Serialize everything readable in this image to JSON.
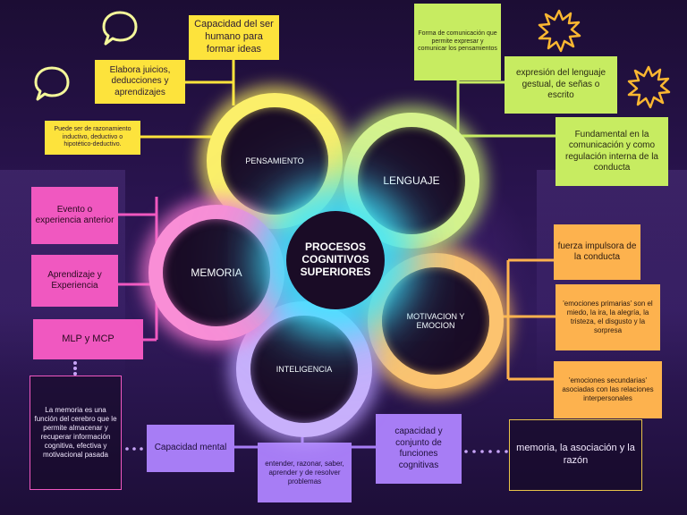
{
  "center": {
    "title": "PROCESOS COGNITIVOS SUPERIORES"
  },
  "nodes": {
    "pensamiento": "PENSAMIENTO",
    "lenguaje": "LENGUAJE",
    "motivacion": "MOTIVACION Y EMOCION",
    "inteligencia": "INTELIGENCIA",
    "memoria": "MEMORIA"
  },
  "pensamiento_notes": [
    "Capacidad del ser humano para formar ideas",
    "Elabora juicios, deducciones y aprendizajes",
    "Puede ser de razonamiento inductivo, deductivo o hipotético-deductivo."
  ],
  "lenguaje_notes": [
    "Forma de comunicación que permite expresar y comunicar los pensamientos",
    "expresión del lenguaje gestual, de señas o escrito",
    "Fundamental en la comunicación y como regulación interna de la conducta"
  ],
  "motivacion_notes": [
    "fuerza impulsora de la conducta",
    "'emociones primarias' son el miedo, la ira, la alegría, la tristeza, el disgusto y la sorpresa",
    "'emociones secundarias' asociadas con las relaciones interpersonales"
  ],
  "memoria_notes": [
    "Evento o experiencia anterior",
    "Aprendizaje y Experiencia",
    "MLP y MCP",
    "La memoria es una función del cerebro que le permite almacenar y recuperar información cognitiva, efectiva y motivacional pasada"
  ],
  "inteligencia_notes": [
    "Capacidad mental",
    "entender, razonar, saber, aprender y de resolver problemas",
    "capacidad y conjunto de funciones cognitivas",
    "memoria, la asociación y la razón"
  ],
  "colors": {
    "yellow": "#fde33c",
    "lime": "#c7ec61",
    "orange": "#fdb24e",
    "pink": "#f058c0",
    "violet": "#a77df5",
    "hub_glow": "#3ce6ff",
    "background": "#2a1450"
  },
  "decorations": {
    "speech_bubble_icons": 2,
    "starburst_icons": 2
  }
}
